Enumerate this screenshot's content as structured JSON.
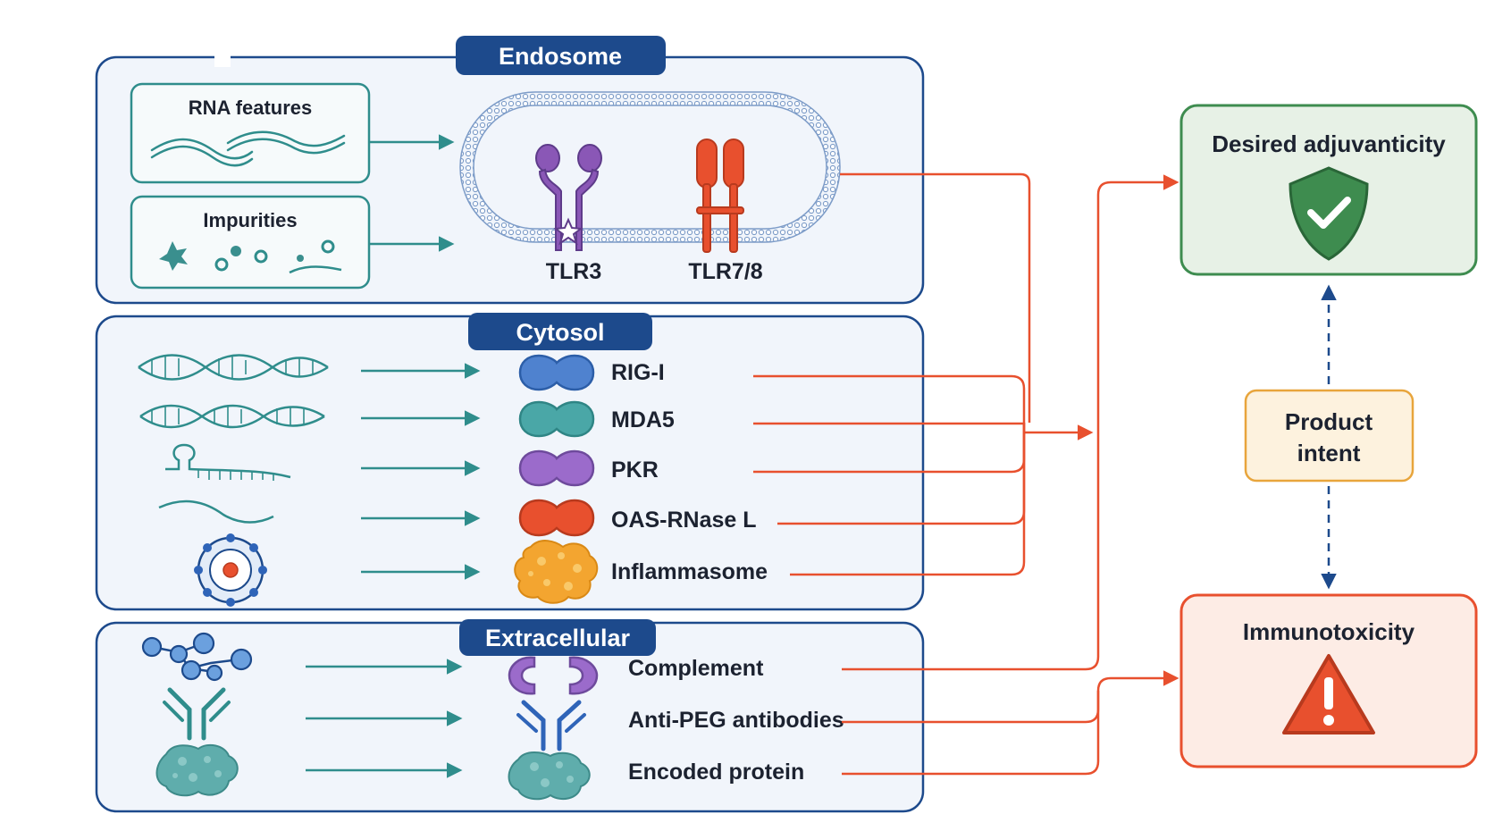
{
  "colors": {
    "navy": "#1d4a8c",
    "teal": "#2f8d8c",
    "red": "#e8502e",
    "green": "#3e8c4f",
    "orange": "#e8a53c",
    "panel_bg": "#f1f5fb"
  },
  "panels": {
    "endosome": {
      "title": "Endosome",
      "inputs": [
        "RNA features",
        "Impurities"
      ],
      "receptors": [
        "TLR3",
        "TLR7/8"
      ]
    },
    "cytosol": {
      "title": "Cytosol",
      "sensors": [
        "RIG-I",
        "MDA5",
        "PKR",
        "OAS-RNase L",
        "Inflammasome"
      ]
    },
    "extracellular": {
      "title": "Extracellular",
      "items": [
        "Complement",
        "Anti-PEG antibodies",
        "Encoded protein"
      ]
    }
  },
  "outcomes": {
    "desired": "Desired adjuvanticity",
    "intent_line1": "Product",
    "intent_line2": "intent",
    "toxic": "Immunotoxicity"
  },
  "icons": [
    "rna-strand-icon",
    "impurity-particles-icon",
    "endosome-membrane-icon",
    "tlr3-receptor-icon",
    "tlr78-receptor-icon",
    "dsrna-helix-icon",
    "hairpin-rna-icon",
    "ssrna-icon",
    "inflammasome-complex-icon",
    "sensor-protein-icon",
    "complement-icon",
    "antibody-icon",
    "protein-blob-icon",
    "shield-check-icon",
    "warning-triangle-icon"
  ]
}
